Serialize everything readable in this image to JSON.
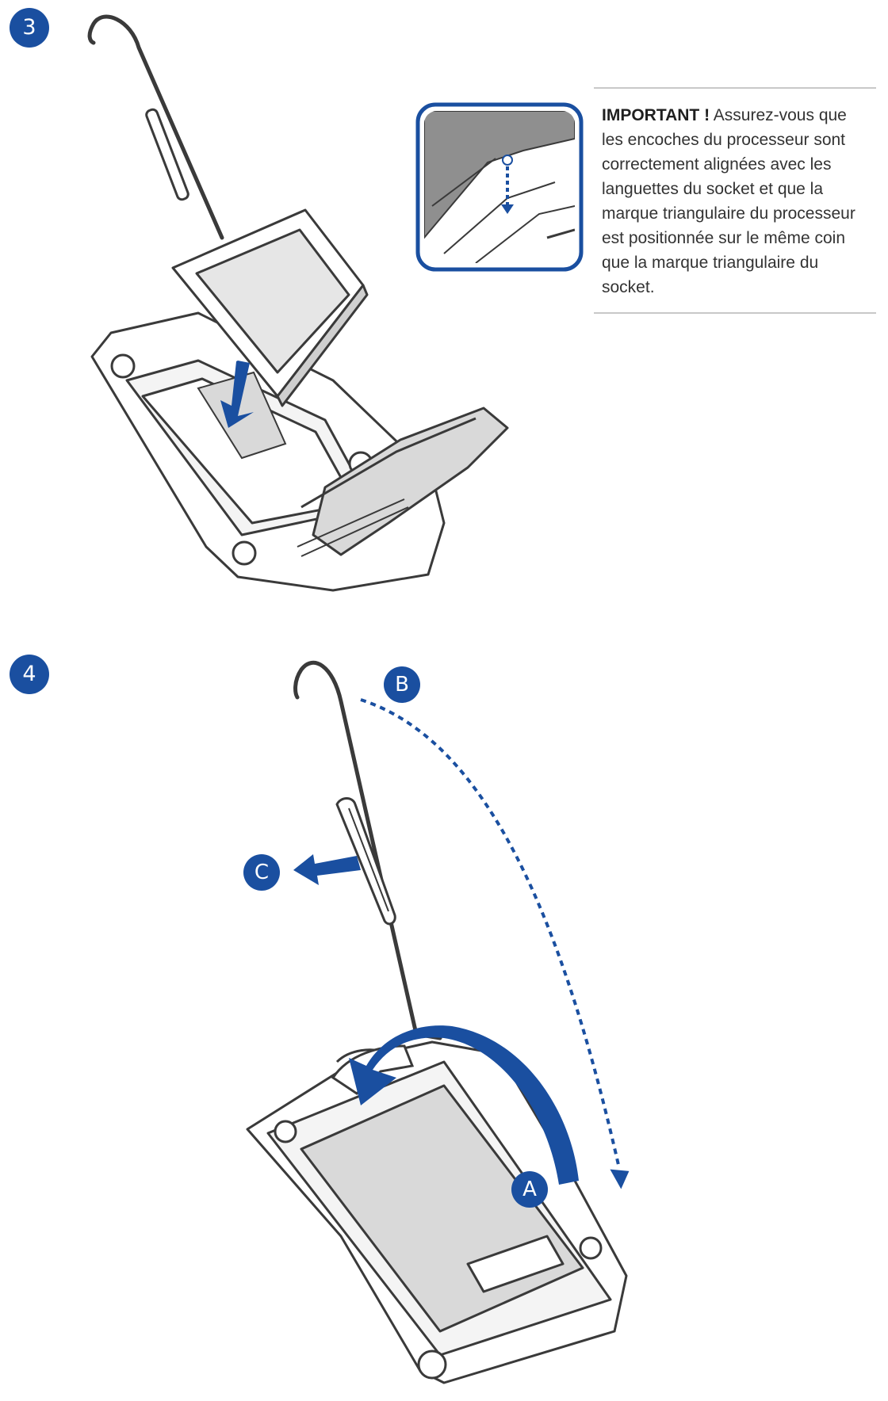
{
  "step3": {
    "number": "3",
    "note": {
      "heading": "IMPORTANT !",
      "body": "Assurez-vous que les encoches du processeur sont correctement alignées avec les languettes du socket et que la marque triangulaire du processeur est positionnée sur le même coin que la marque triangulaire du socket."
    }
  },
  "step4": {
    "number": "4",
    "labels": {
      "a": "A",
      "b": "B",
      "c": "C"
    }
  },
  "colors": {
    "accent": "#1a4fa0",
    "line": "#3a3a3a",
    "fill_grey": "#d9d9d9",
    "callout_bg": "#8f8f8f"
  }
}
